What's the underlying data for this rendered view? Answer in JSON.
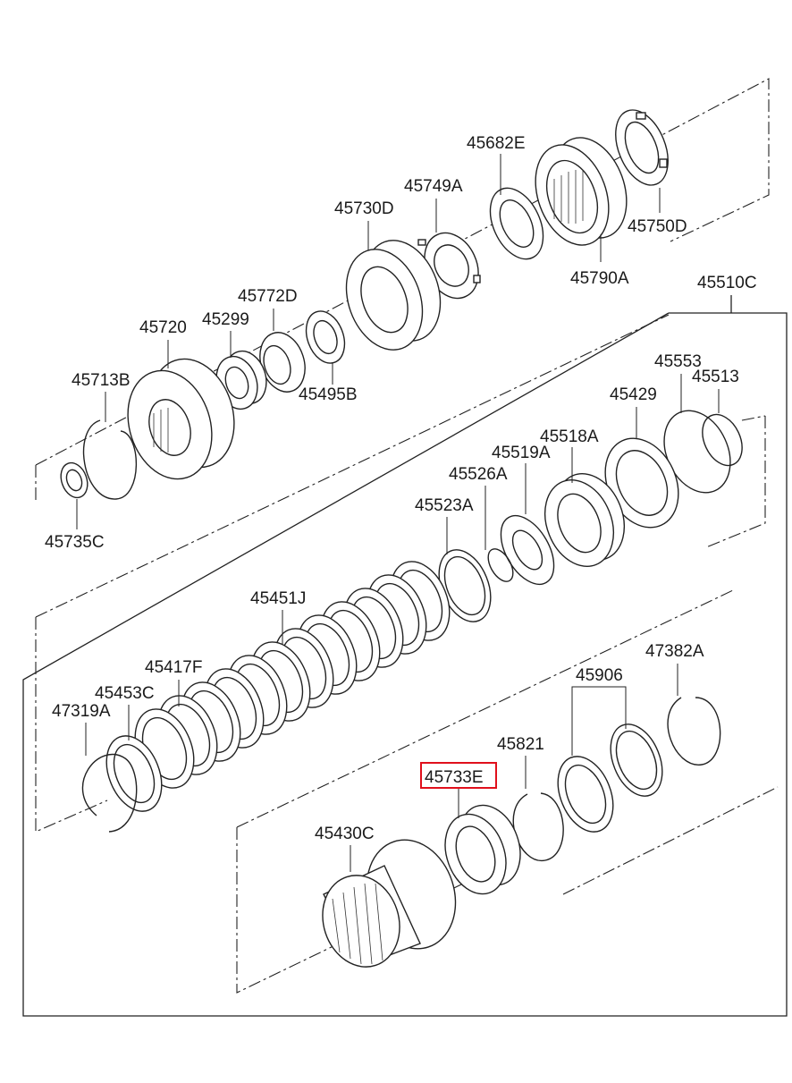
{
  "diagram": {
    "highlight_color": "#e0101c",
    "highlighted_part": "45733E",
    "parts": [
      "45682E",
      "45749A",
      "45730D",
      "45750D",
      "45790A",
      "45510C",
      "45772D",
      "45720",
      "45299",
      "45713B",
      "45495B",
      "45735C",
      "45553",
      "45513",
      "45429",
      "45518A",
      "45519A",
      "45526A",
      "45523A",
      "45451J",
      "45417F",
      "45453C",
      "47319A",
      "47382A",
      "45906",
      "45821",
      "45733E",
      "45430C"
    ]
  }
}
